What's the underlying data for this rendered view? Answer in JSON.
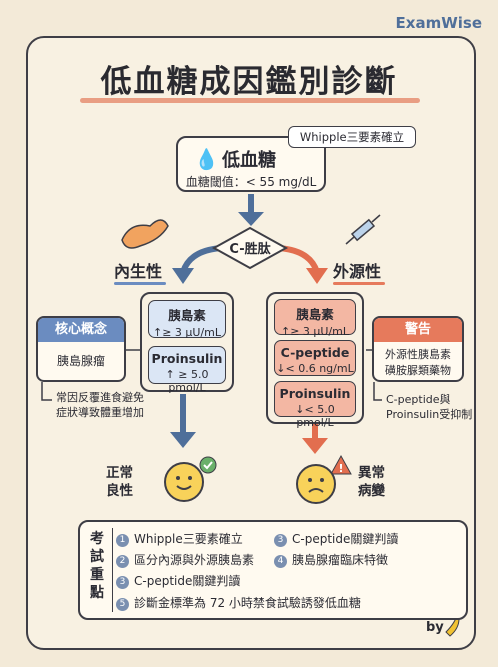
{
  "brand": "ExamWise",
  "title": "低血糖成因鑑別診斷",
  "start": {
    "tag": "Whipple三要素確立",
    "label": "低血糖",
    "threshold": "血糖閾值：< 55 mg/dL"
  },
  "decision": {
    "label": "C-胜肽"
  },
  "left": {
    "label": "內生性",
    "markers": [
      {
        "name": "胰島素",
        "value": "↑≥ 3 μU/mL"
      },
      {
        "name": "Proinsulin",
        "value": "↑ ≥ 5.0 pmol/L"
      }
    ],
    "concept_title": "核心概念",
    "concept_body": "胰島腺瘤",
    "note_lines": [
      "常因反覆進食避免",
      "症狀導致體重增加"
    ],
    "outcome_lines": [
      "正常",
      "良性"
    ]
  },
  "right": {
    "label": "外源性",
    "markers": [
      {
        "name": "胰島素",
        "value": "↑≥ 3 μU/mL"
      },
      {
        "name": "C-peptide",
        "value": "↓< 0.6 ng/mL"
      },
      {
        "name": "Proinsulin",
        "value": "↓< 5.0 pmol/L"
      }
    ],
    "warning_title": "警告",
    "warning_lines": [
      "外源性胰島素",
      "磺胺脲類藥物"
    ],
    "note_lines": [
      "C-peptide與",
      "Proinsulin受抑制"
    ],
    "outcome_lines": [
      "異常",
      "病變"
    ]
  },
  "summary": {
    "title": "考試重點",
    "items": [
      {
        "num": "1",
        "text": "Whipple三要素確立"
      },
      {
        "num": "2",
        "text": "區分內源與外源胰島素"
      },
      {
        "num": "3",
        "text": "C-peptide關鍵判讀"
      },
      {
        "num": "3",
        "text": "C-peptide關鍵判讀"
      },
      {
        "num": "4",
        "text": "胰島腺瘤臨床特徵"
      },
      {
        "num": "5",
        "text": "診斷金標準為 72 小時禁食試驗誘發低血糖"
      }
    ]
  },
  "signature": "by",
  "colors": {
    "blue": "#4f6f9a",
    "red": "#e26e4f",
    "accent": "#e58a6c"
  }
}
